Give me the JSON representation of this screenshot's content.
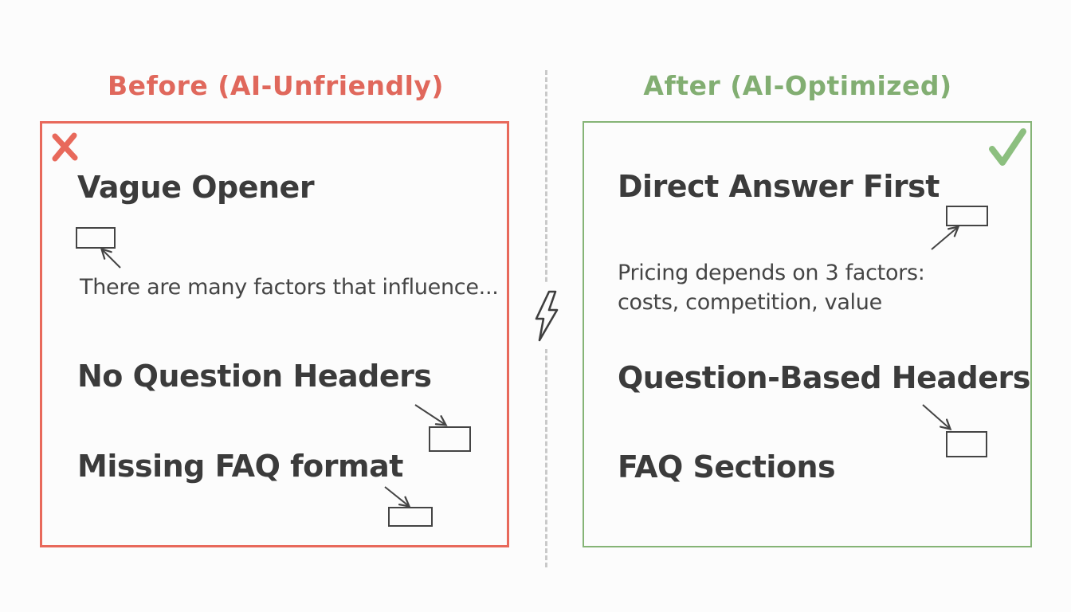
{
  "page": {
    "background": "#fcfcfc",
    "type": "before-after-comparison-diagram"
  },
  "colors": {
    "before_accent": "#e8695b",
    "after_accent": "#85b476",
    "heading_text": "#3b3b3b",
    "body_text": "#454545",
    "doodle_stroke": "#444444",
    "divider": "#c9c9c9"
  },
  "icons": {
    "before_marker": "x-mark",
    "after_marker": "checkmark",
    "divider_icon": "lightning-bolt",
    "annotation": "rectangle-with-arrow"
  },
  "before": {
    "title": "Before (AI-Unfriendly)",
    "items": [
      {
        "heading": "Vague Opener",
        "note": "There are many factors that influence..."
      },
      {
        "heading": "No Question Headers"
      },
      {
        "heading": "Missing FAQ format"
      }
    ]
  },
  "after": {
    "title": "After (AI-Optimized)",
    "items": [
      {
        "heading": "Direct Answer First",
        "note_line1": "Pricing depends on 3 factors:",
        "note_line2": "costs, competition, value"
      },
      {
        "heading": "Question-Based Headers"
      },
      {
        "heading": "FAQ Sections"
      }
    ]
  }
}
